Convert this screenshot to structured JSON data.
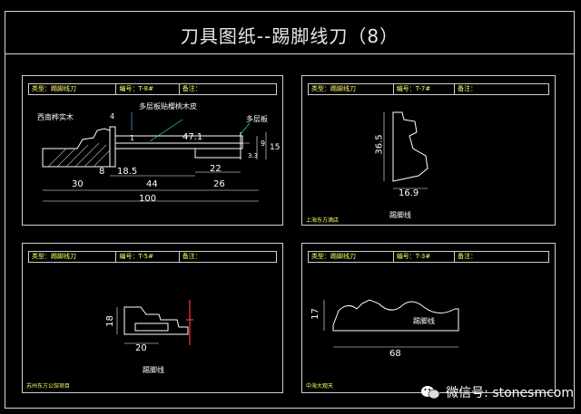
{
  "title": "刀具图纸--踢脚线刀（8）",
  "sheets": {
    "s1": {
      "hdr": [
        "类型：踢脚线刀",
        "编号：T-8#",
        "备注："
      ],
      "labels": {
        "wood": "西南桦实木",
        "layer_top": "多层板贴樱桃木皮",
        "layer_right": "多层板"
      },
      "dims": {
        "d4": "4",
        "d1": "1",
        "d47": "47.1",
        "d9": "9",
        "d15": "15",
        "d33": "3.3",
        "d8": "8",
        "d185": "18.5",
        "d22": "22",
        "d30": "30",
        "d44": "44",
        "d26": "26",
        "d100": "100"
      }
    },
    "s2": {
      "hdr": [
        "类型：踢脚线刀",
        "编号：T-7#",
        "备注："
      ],
      "dims": {
        "d365": "36.5",
        "d169": "16.9"
      },
      "caption": "踢脚线",
      "footer": "上海东方酒店"
    },
    "s3": {
      "hdr": [
        "类型：踢脚线刀",
        "编号：T-5#",
        "备注："
      ],
      "dims": {
        "d18": "18",
        "d20": "20"
      },
      "caption": "踢脚线",
      "footer": "苏州东方公馆项目"
    },
    "s4": {
      "hdr": [
        "类型：踢脚线刀",
        "编号：T-3#",
        "备注："
      ],
      "dims": {
        "d17": "17",
        "d68": "68"
      },
      "caption": "踢脚线",
      "footer": "中海大观天"
    }
  },
  "watermark": "微信号: stonesmcom",
  "icons": {
    "watermark": "wechat-icon"
  }
}
